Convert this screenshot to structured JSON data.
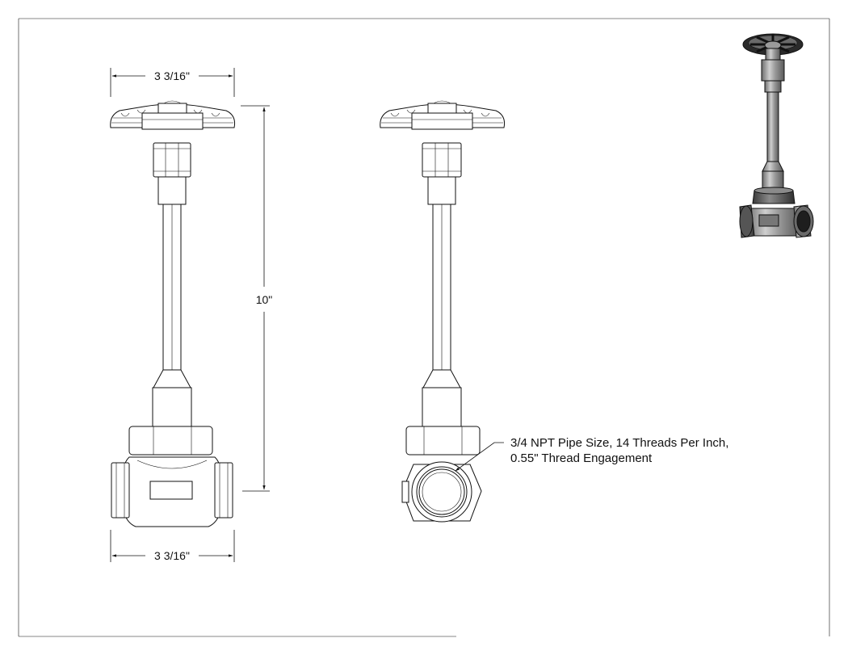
{
  "drawing": {
    "dimensions": {
      "top_width": "3 3/16\"",
      "height": "10\"",
      "bottom_width": "3 3/16\""
    },
    "callout": {
      "line1": "3/4 NPT Pipe Size, 14 Threads Per Inch,",
      "line2": "0.55\" Thread Engagement"
    }
  }
}
